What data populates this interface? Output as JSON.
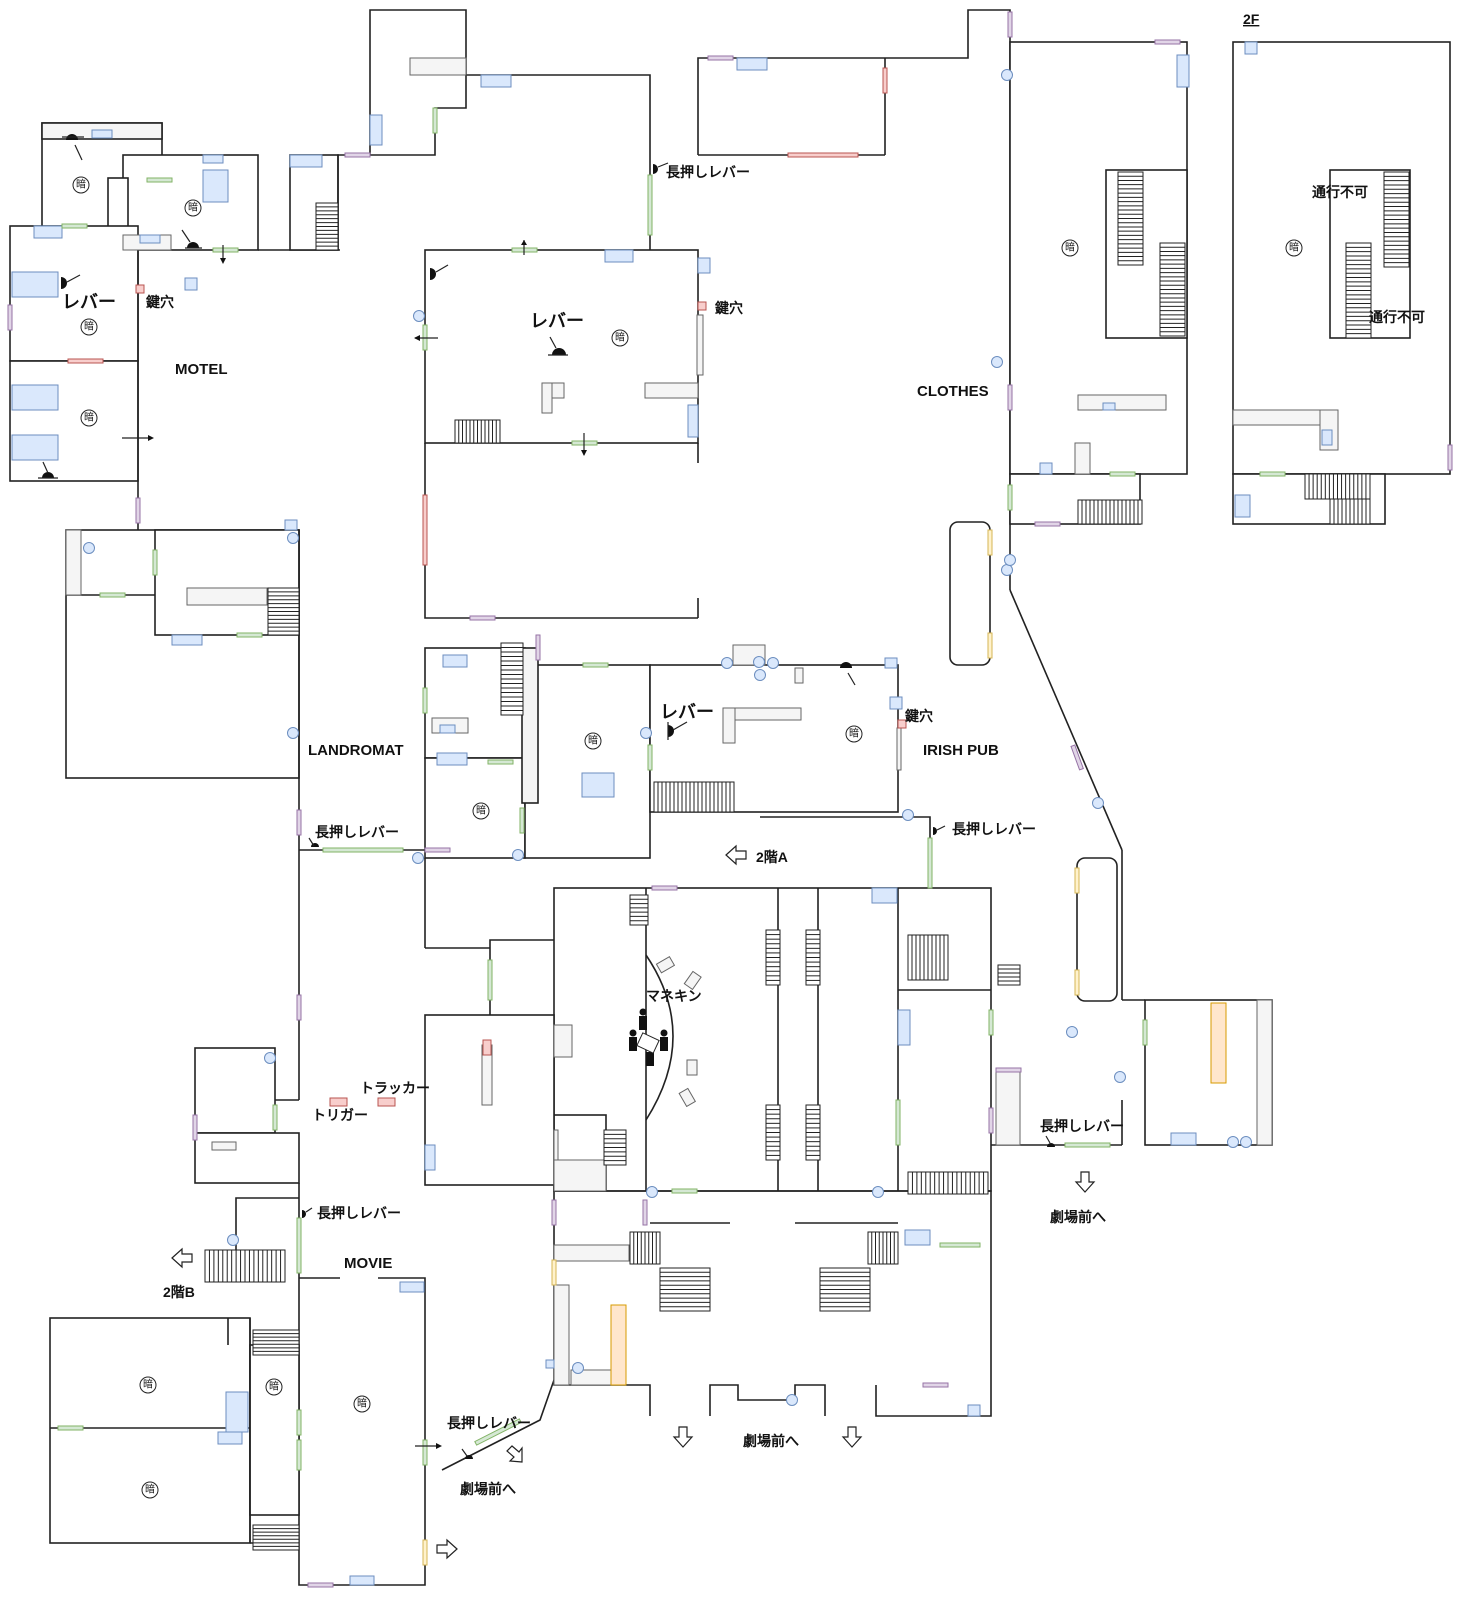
{
  "floor_label": "2F",
  "areas": {
    "motel": "MOTEL",
    "landromat": "LANDROMAT",
    "clothes": "CLOTHES",
    "irish_pub": "IRISH PUB",
    "movie": "MOVIE"
  },
  "labels": {
    "lever": "レバー",
    "keyhole": "鍵穴",
    "long_press_lever": "長押しレバー",
    "dark": "暗",
    "no_entry": "通行不可",
    "floor2_a": "2階A",
    "floor2_b": "2階B",
    "mannequin": "マネキン",
    "tracker": "トラッカー",
    "trigger": "トリガー",
    "to_theater_front": "劇場前へ"
  },
  "legend_colors": {
    "door_green": "#d5e8d4",
    "door_purple": "#e1d5e7",
    "door_red": "#f8cecc",
    "door_yellow": "#fff2cc",
    "furniture_blue": "#dae8fc",
    "furniture_gray": "#f5f5f5"
  },
  "icons": [
    "lever-icon",
    "bell-lever-icon",
    "person-icon",
    "arrow-icon",
    "hollow-arrow-icon",
    "stairs-icon",
    "pillar-icon"
  ]
}
